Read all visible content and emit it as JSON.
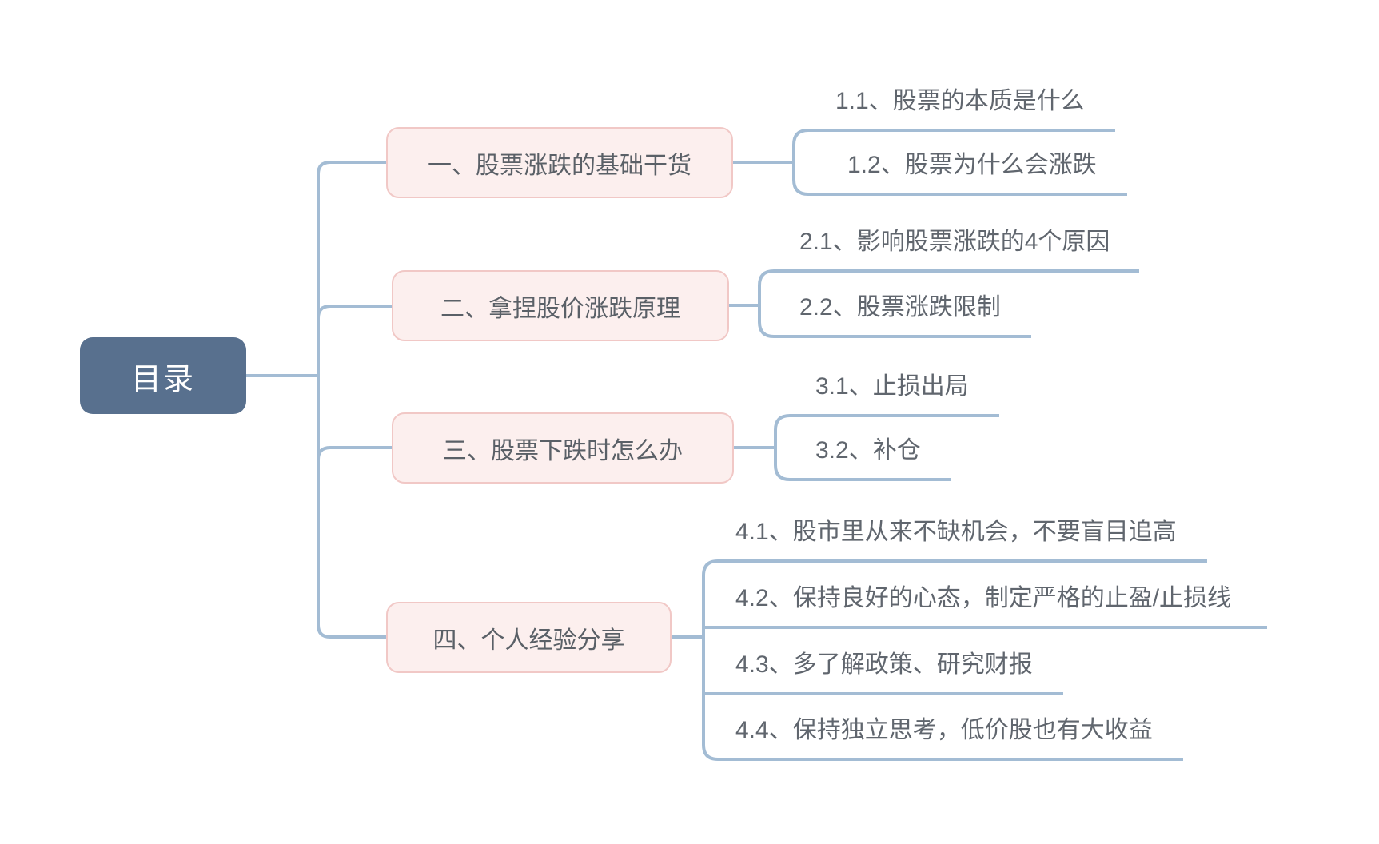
{
  "root": {
    "label": "目录"
  },
  "branches": [
    {
      "label": "一、股票涨跌的基础干货",
      "children": [
        {
          "label": "1.1、股票的本质是什么"
        },
        {
          "label": "1.2、股票为什么会涨跌"
        }
      ]
    },
    {
      "label": "二、拿捏股价涨跌原理",
      "children": [
        {
          "label": "2.1、影响股票涨跌的4个原因"
        },
        {
          "label": "2.2、股票涨跌限制"
        }
      ]
    },
    {
      "label": "三、股票下跌时怎么办",
      "children": [
        {
          "label": "3.1、止损出局"
        },
        {
          "label": "3.2、补仓"
        }
      ]
    },
    {
      "label": "四、个人经验分享",
      "children": [
        {
          "label": "4.1、股市里从来不缺机会，不要盲目追高"
        },
        {
          "label": "4.2、保持良好的心态，制定严格的止盈/止损线"
        },
        {
          "label": "4.3、多了解政策、研究财报"
        },
        {
          "label": "4.4、保持独立思考，低价股也有大收益"
        }
      ]
    }
  ],
  "colors": {
    "connector": "#A3BCD4",
    "root_fill": "#58708E",
    "root_text": "#FFFFFF",
    "branch_fill": "#FCEFEE",
    "branch_border": "#F1C8C6",
    "branch_text": "#5A6067",
    "child_text": "#60666E"
  }
}
